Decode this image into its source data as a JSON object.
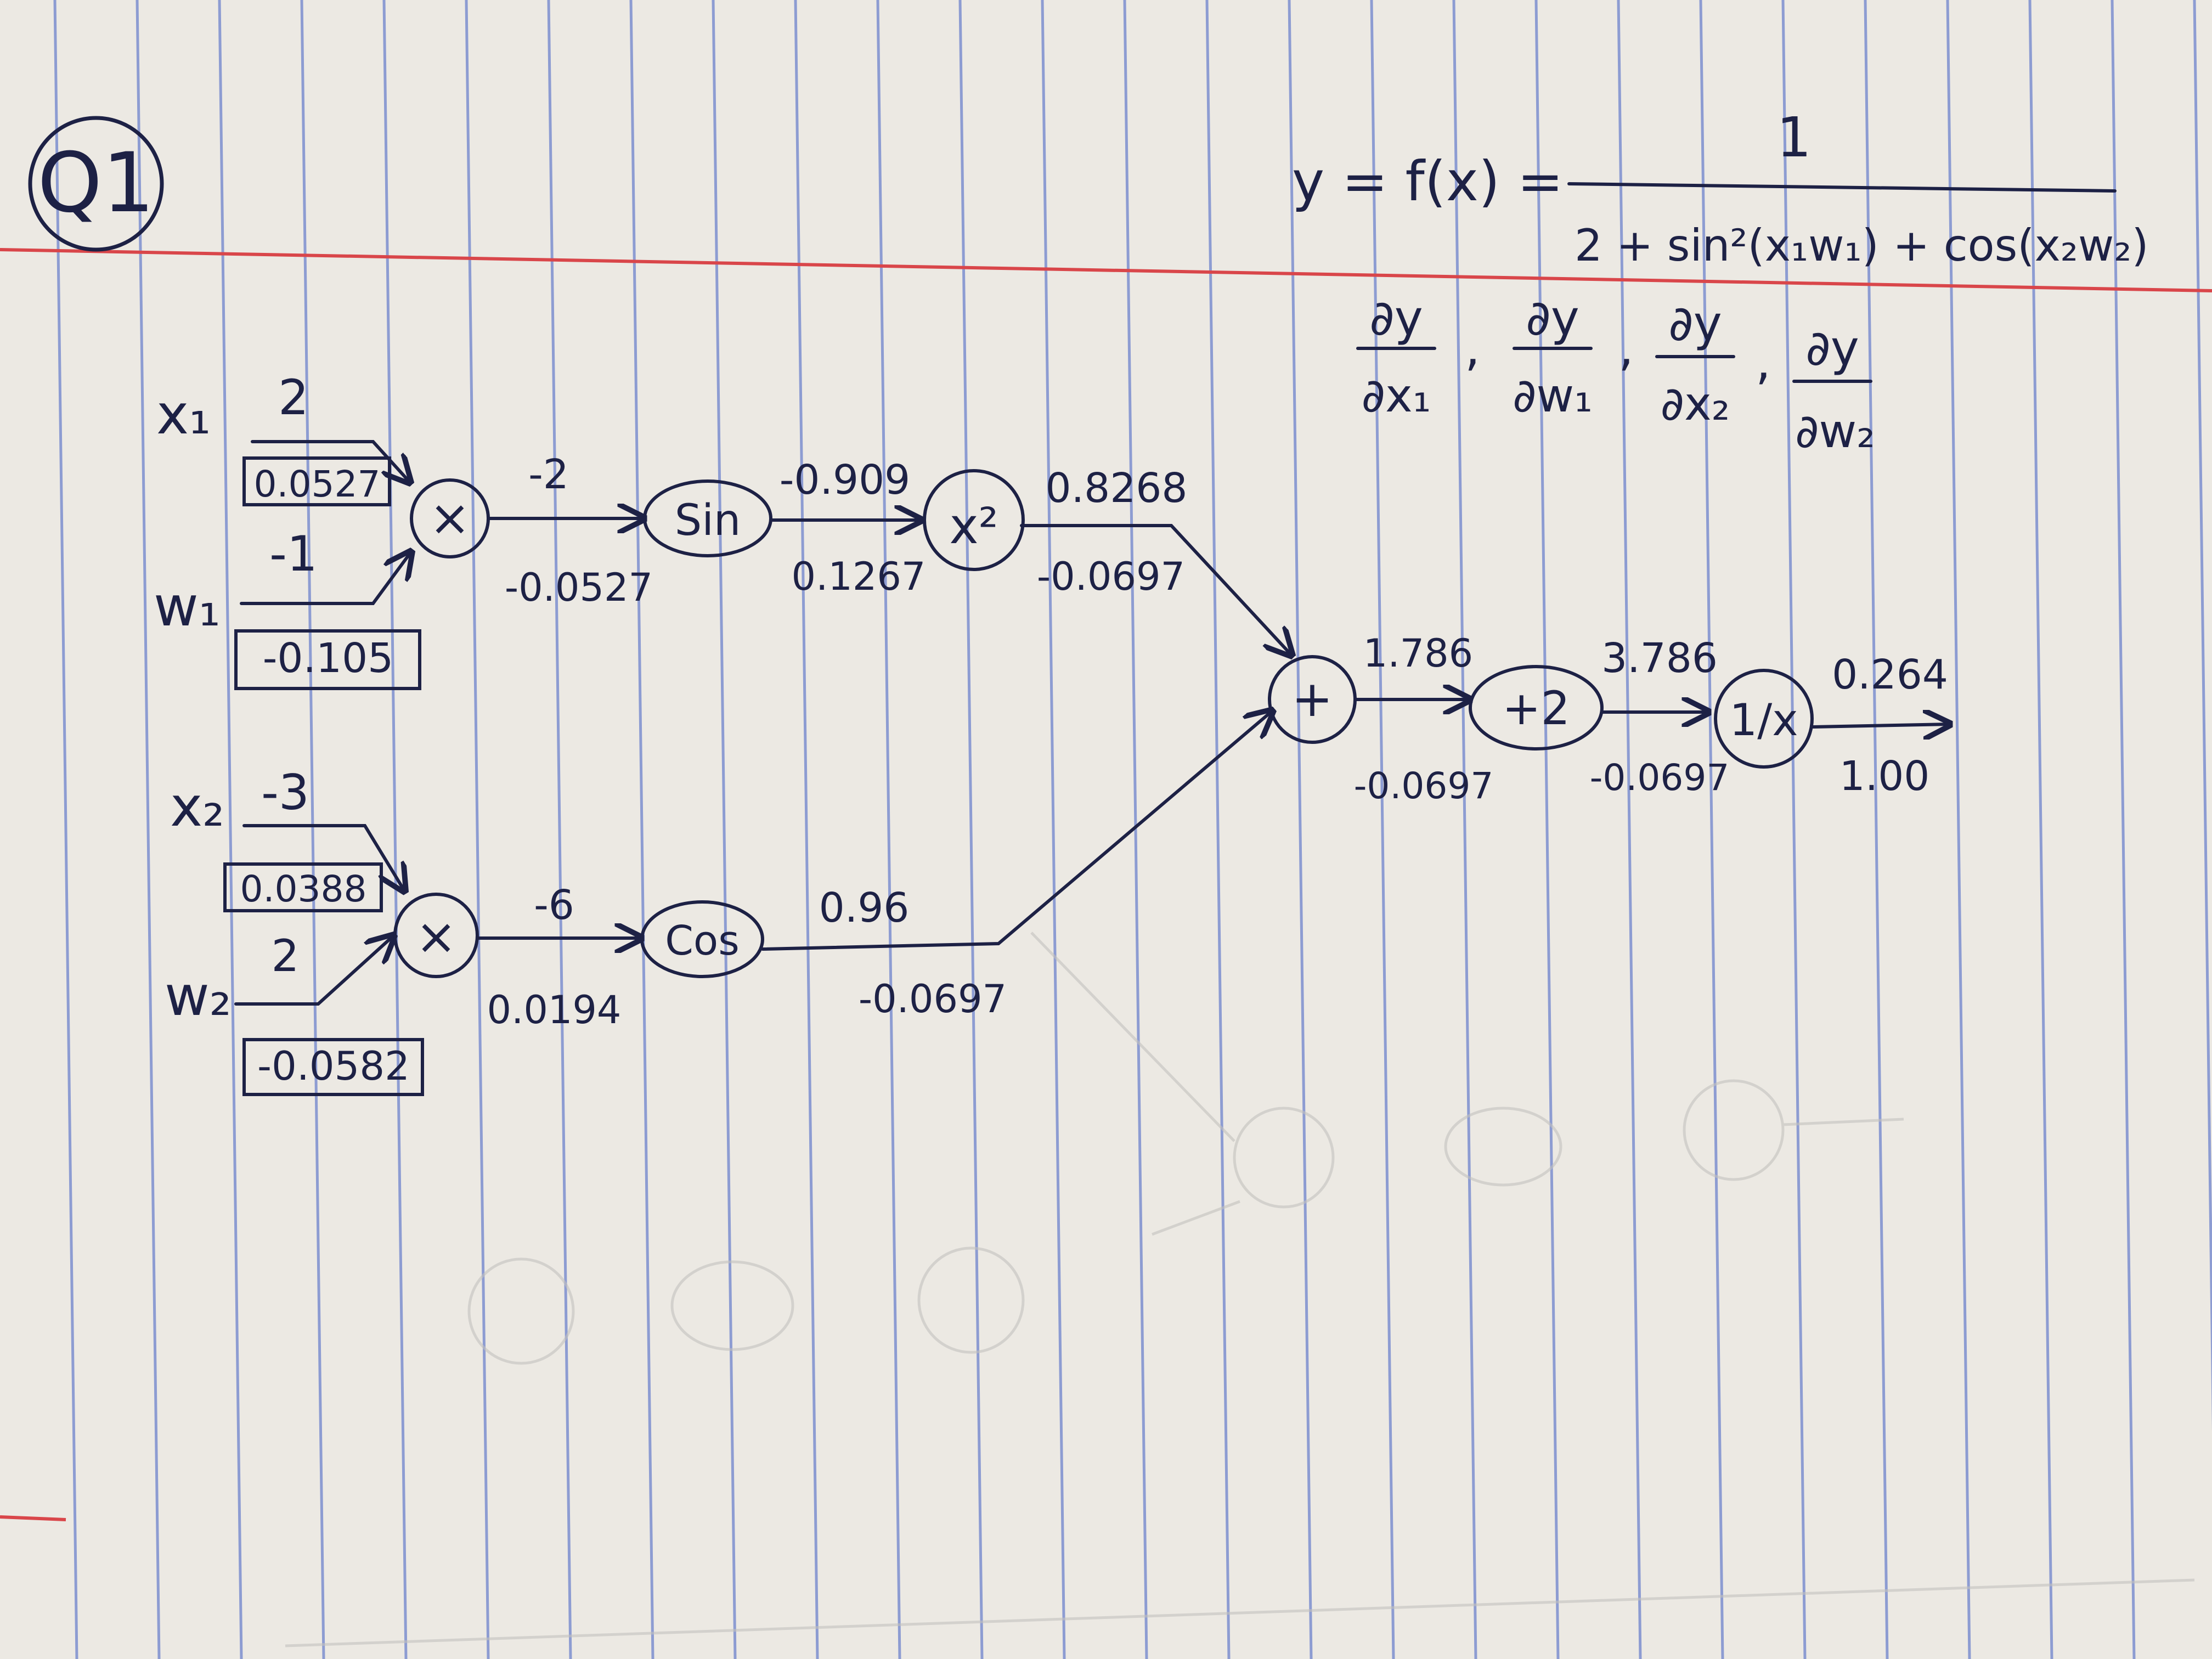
{
  "question_label": "Q1",
  "equation": {
    "lhs": "y = f(x) =",
    "numerator": "1",
    "denominator": "2 + sin²(x₁w₁) + cos(x₂w₂)"
  },
  "targets": [
    {
      "num": "∂y",
      "den": "∂x₁"
    },
    {
      "num": "∂y",
      "den": "∂w₁"
    },
    {
      "num": "∂y",
      "den": "∂x₂"
    },
    {
      "num": "∂y",
      "den": "∂w₂"
    }
  ],
  "inputs": {
    "x1": {
      "name": "x₁",
      "value": "2",
      "grad": "0.0527"
    },
    "w1": {
      "name": "w₁",
      "value": "-1",
      "grad": "-0.105"
    },
    "x2": {
      "name": "x₂",
      "value": "-3",
      "grad": "0.0388"
    },
    "w2": {
      "name": "w₂",
      "value": "2",
      "grad": "-0.0582"
    }
  },
  "nodes": {
    "mul1": "×",
    "sin": "Sin",
    "sq": "x²",
    "mul2": "×",
    "cos": "Cos",
    "add": "+",
    "add2": "+2",
    "inv": "1/x"
  },
  "edges": {
    "mul1_sin": {
      "fwd": "-2",
      "grad": "-0.0527"
    },
    "sin_sq": {
      "fwd": "-0.909",
      "grad": "0.1267"
    },
    "sq_add": {
      "fwd": "0.8268",
      "grad": "-0.0697"
    },
    "mul2_cos": {
      "fwd": "-6",
      "grad": "0.0194"
    },
    "cos_add": {
      "fwd": "0.96",
      "grad": "-0.0697"
    },
    "add_add2": {
      "fwd": "1.786",
      "grad": "-0.0697"
    },
    "add2_inv": {
      "fwd": "3.786",
      "grad": "-0.0697"
    },
    "output": {
      "fwd": "0.264",
      "grad": "1.00"
    }
  },
  "colors": {
    "ink": "#1d2145",
    "paper": "#ece9e3",
    "rule_lines": "#7d8fd0",
    "margin_line": "#d9464a"
  }
}
